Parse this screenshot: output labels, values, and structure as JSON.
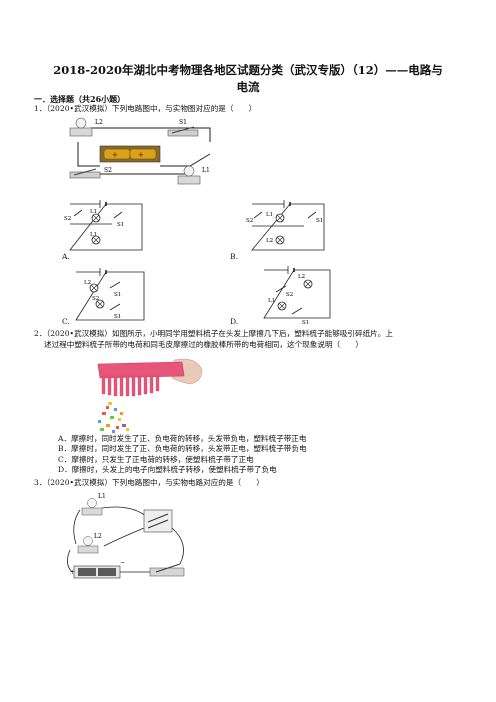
{
  "title_line1": "2018-2020年湖北中考物理各地区试题分类（武汉专版）（12）——电路与",
  "title_line2": "电流",
  "section": "一．选择题（共26小题）",
  "q1": {
    "stem": "1．（2020•武汉模拟）下列电路图中，与实物图对应的是（　　）",
    "labels": {
      "A": "A.",
      "B": "B.",
      "C": "C.",
      "D": "D."
    }
  },
  "q2": {
    "stem_line1": "2．（2020•武汉模拟）如图所示，小明同学用塑料梳子在头发上摩擦几下后，塑料梳子能够吸引碎纸片。上",
    "stem_line2": "述过程中塑料梳子所带的电荷和同毛皮摩擦过的橡胶棒所带的电荷相同，这个现象说明（　　）",
    "choices": [
      "A．摩擦时，同时发生了正、负电荷的转移，头发带负电，塑料梳子带正电",
      "B．摩擦时，同时发生了正、负电荷的转移，头发带正电，塑料梳子带负电",
      "C．摩擦时，只发生了正电荷的转移，使塑料梳子带了正电",
      "D．摩擦时，头发上的电子向塑料梳子转移，使塑料梳子带了负电"
    ]
  },
  "q3": {
    "stem": "3．（2020•武汉模拟）下列电路图中，与实物电路对应的是（　　）"
  },
  "circuit_labels": {
    "L1": "L1",
    "L2": "L2",
    "S1": "S1",
    "S2": "S2"
  },
  "colors": {
    "wire": "#222222",
    "battery": "#d8a21a",
    "comb": "#e8557a"
  }
}
